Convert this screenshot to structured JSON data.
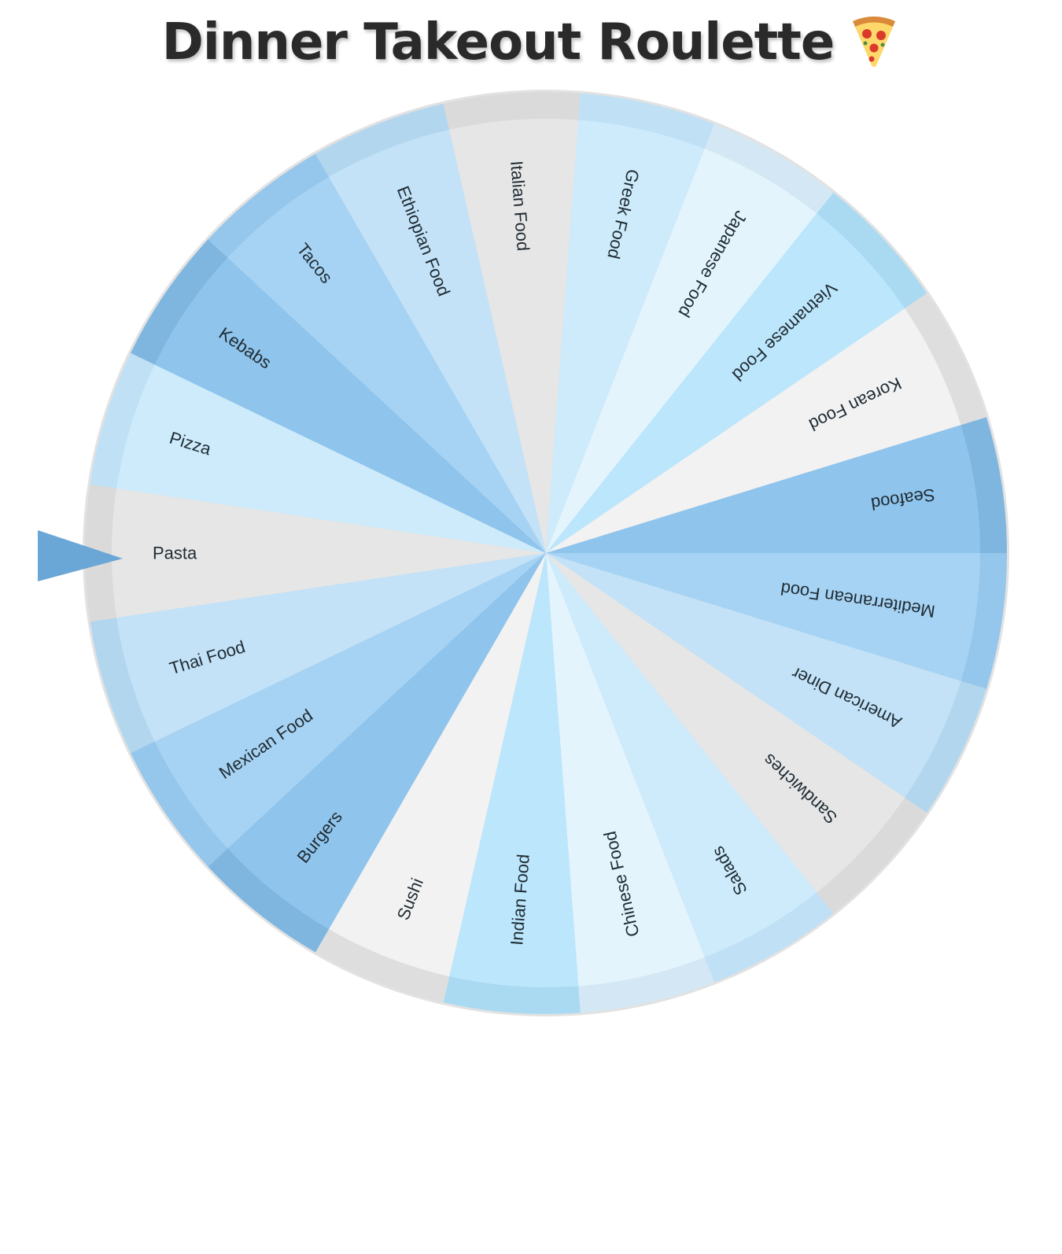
{
  "header": {
    "title": "Dinner Takeout Roulette",
    "icon": "pizza-icon"
  },
  "wheel": {
    "selected_index": 0,
    "pointer_icon": "triangle-pointer-icon",
    "segments": [
      {
        "label": "Pasta",
        "color": "#e6e6e6",
        "rim": "#dadada"
      },
      {
        "label": "Pizza",
        "color": "#cdebfb",
        "rim": "#bfe0f5"
      },
      {
        "label": "Kebabs",
        "color": "#8fc4ec",
        "rim": "#7fb6e0"
      },
      {
        "label": "Tacos",
        "color": "#a6d3f3",
        "rim": "#95c6eb"
      },
      {
        "label": "Ethiopian Food",
        "color": "#c3e2f7",
        "rim": "#b3d6ef"
      },
      {
        "label": "Italian Food",
        "color": "#e6e6e6",
        "rim": "#dadada"
      },
      {
        "label": "Greek Food",
        "color": "#cdebfb",
        "rim": "#bfe0f5"
      },
      {
        "label": "Japanese Food",
        "color": "#e3f4fd",
        "rim": "#d3e8f4"
      },
      {
        "label": "Vietnamese Food",
        "color": "#bce6fb",
        "rim": "#a9daf2"
      },
      {
        "label": "Korean Food",
        "color": "#f2f2f2",
        "rim": "#dedede"
      },
      {
        "label": "Seafood",
        "color": "#8fc4ec",
        "rim": "#7fb6e0"
      },
      {
        "label": "Mediterranean Food",
        "color": "#a6d3f3",
        "rim": "#95c6eb"
      },
      {
        "label": "American Diner",
        "color": "#c3e2f7",
        "rim": "#b3d6ef"
      },
      {
        "label": "Sandwiches",
        "color": "#e6e6e6",
        "rim": "#dadada"
      },
      {
        "label": "Salads",
        "color": "#cdebfb",
        "rim": "#bfe0f5"
      },
      {
        "label": "Chinese Food",
        "color": "#e3f4fd",
        "rim": "#d3e8f4"
      },
      {
        "label": "Indian Food",
        "color": "#bce6fb",
        "rim": "#a9daf2"
      },
      {
        "label": "Sushi",
        "color": "#f2f2f2",
        "rim": "#dedede"
      },
      {
        "label": "Burgers",
        "color": "#8fc4ec",
        "rim": "#7fb6e0"
      },
      {
        "label": "Mexican Food",
        "color": "#a6d3f3",
        "rim": "#95c6eb"
      },
      {
        "label": "Thai Food",
        "color": "#c3e2f7",
        "rim": "#b3d6ef"
      }
    ],
    "pointer_color": "#6aa6d6",
    "border_color": "#e2e2e2"
  }
}
